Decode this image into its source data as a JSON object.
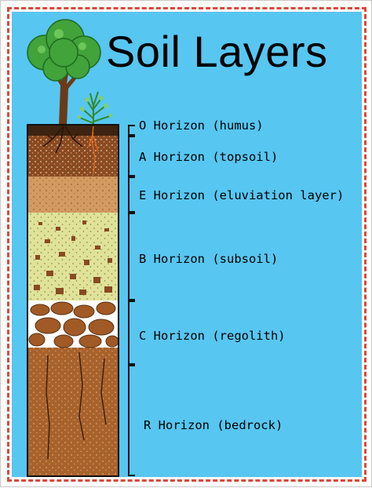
{
  "title": "Soil Layers",
  "horizons": [
    {
      "id": "o",
      "label": "O Horizon (humus)"
    },
    {
      "id": "a",
      "label": "A Horizon (topsoil)"
    },
    {
      "id": "e",
      "label": "E Horizon (eluviation layer)"
    },
    {
      "id": "b",
      "label": "B Horizon (subsoil)"
    },
    {
      "id": "c",
      "label": "C Horizon (regolith)"
    },
    {
      "id": "r",
      "label": "R Horizon (bedrock)"
    }
  ],
  "colors": {
    "sky": "#57c6f1",
    "border_dash": "#d8483b",
    "o_horizon": "#3e2410",
    "a_horizon": "#8a4a22",
    "e_horizon": "#d39a62",
    "b_horizon": "#dfe39a",
    "c_horizon": "#ffffff",
    "r_horizon": "#a8622c",
    "tree_leaves": "#41a33a"
  }
}
